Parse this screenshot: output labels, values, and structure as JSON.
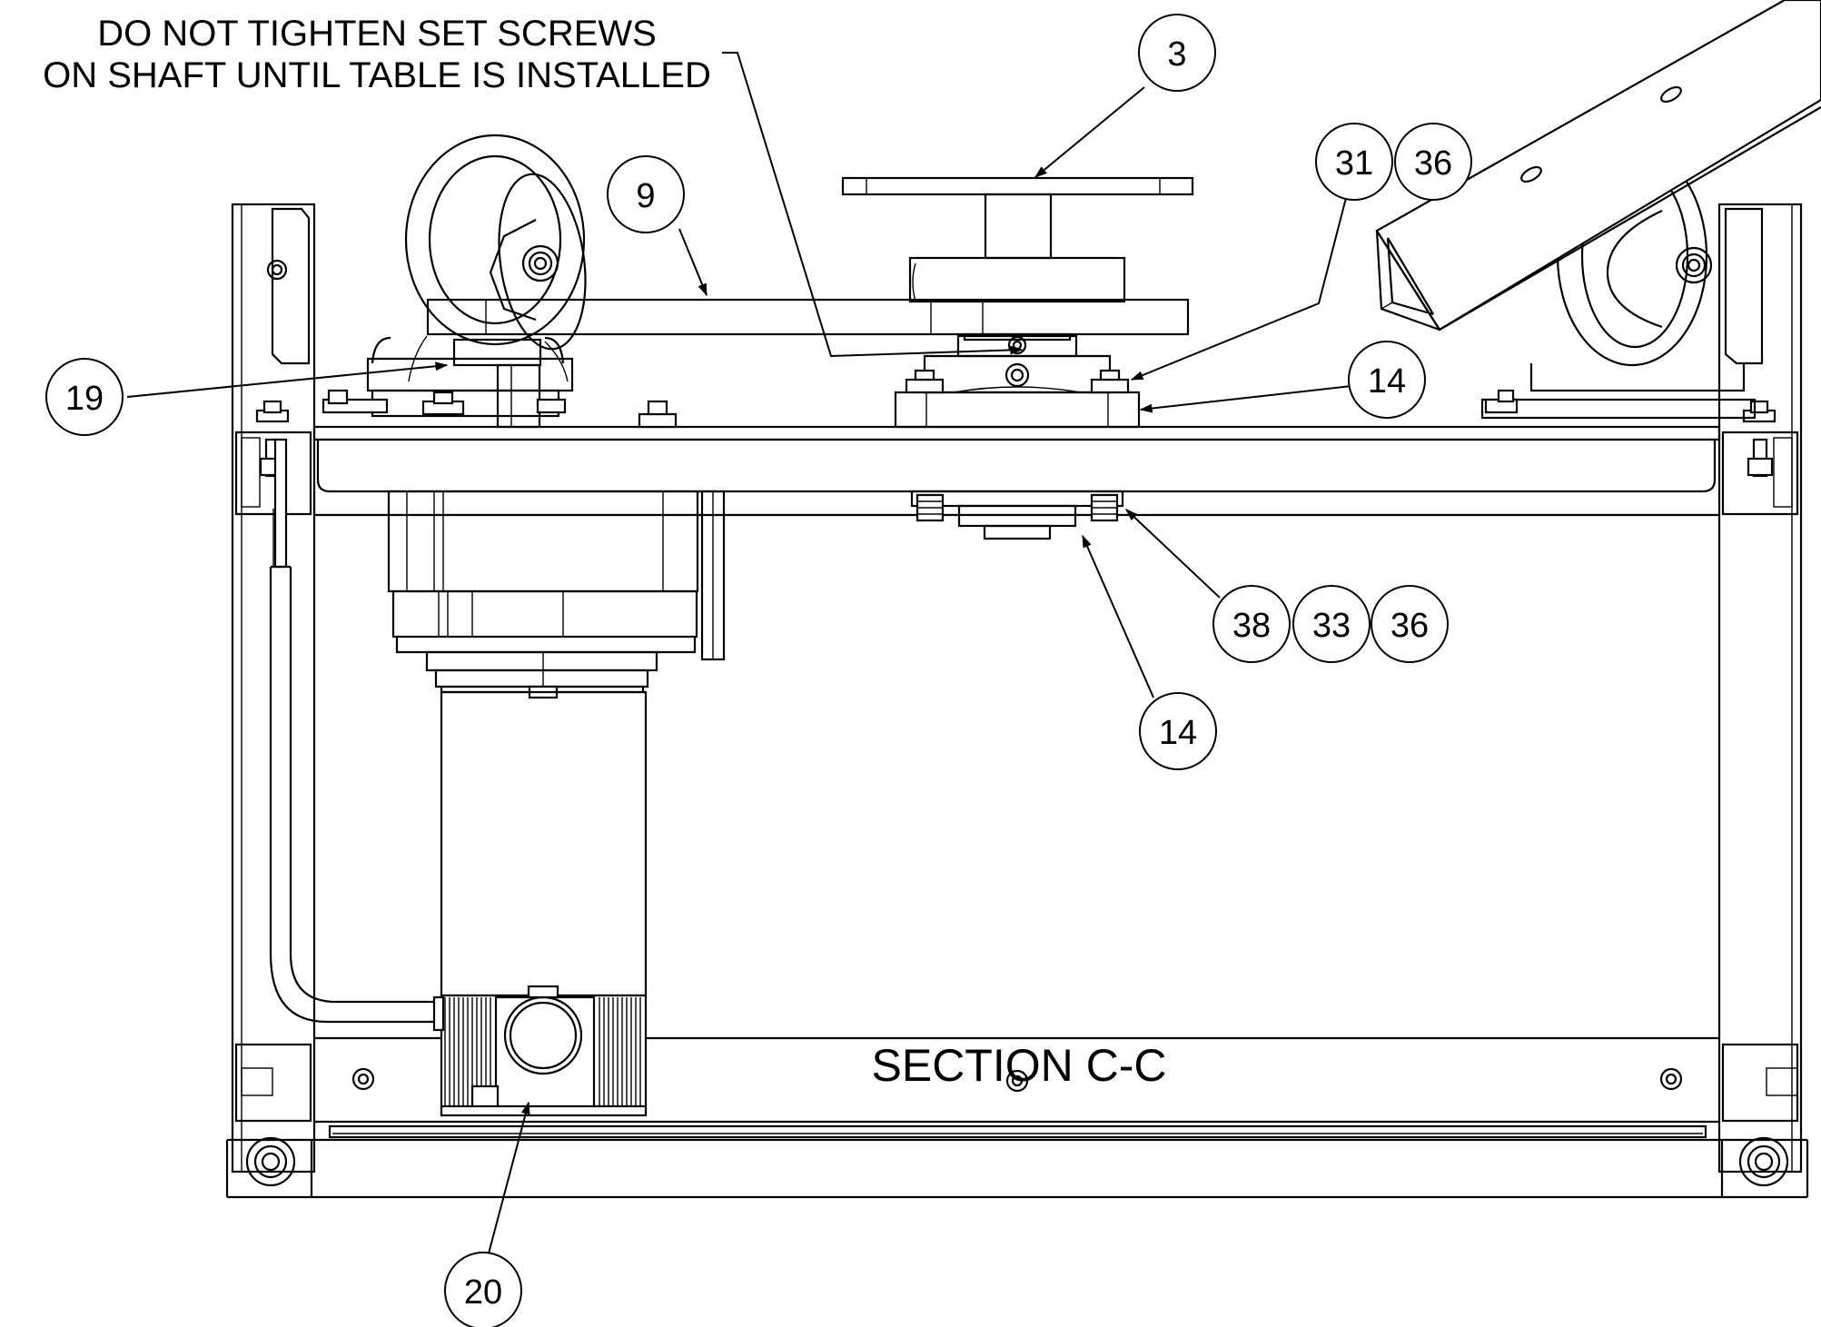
{
  "title": "SECTION C-C",
  "note": {
    "line1": "DO NOT TIGHTEN SET SCREWS",
    "line2": "ON SHAFT UNTIL TABLE IS INSTALLED"
  },
  "balloons": [
    {
      "id": "b3",
      "label": "3"
    },
    {
      "id": "b9",
      "label": "9"
    },
    {
      "id": "b31",
      "label": "31"
    },
    {
      "id": "b36a",
      "label": "36"
    },
    {
      "id": "b14a",
      "label": "14"
    },
    {
      "id": "b19",
      "label": "19"
    },
    {
      "id": "b38",
      "label": "38"
    },
    {
      "id": "b33",
      "label": "33"
    },
    {
      "id": "b36b",
      "label": "36"
    },
    {
      "id": "b14b",
      "label": "14"
    },
    {
      "id": "b20",
      "label": "20"
    }
  ]
}
